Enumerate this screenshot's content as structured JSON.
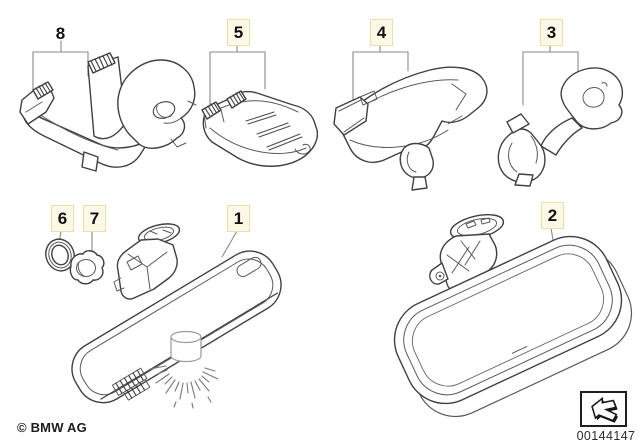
{
  "diagram": {
    "callouts": [
      {
        "label": "8",
        "highlighted": false
      },
      {
        "label": "5",
        "highlighted": true
      },
      {
        "label": "4",
        "highlighted": true
      },
      {
        "label": "3",
        "highlighted": true
      },
      {
        "label": "6",
        "highlighted": true
      },
      {
        "label": "7",
        "highlighted": true
      },
      {
        "label": "1",
        "highlighted": true
      },
      {
        "label": "2",
        "highlighted": true
      }
    ],
    "footer": {
      "copyright": "© BMW AG",
      "image_number": "00144147"
    },
    "icons": {
      "bent_arrow": "change-drawing-arrow"
    },
    "colors": {
      "background": "#ffffff",
      "line_art": "#404040",
      "leader_line": "#8a8a8a",
      "callout_text": "#111111",
      "callout_highlight_fill": "#fdf8e6",
      "callout_highlight_border": "#eadfae"
    }
  }
}
